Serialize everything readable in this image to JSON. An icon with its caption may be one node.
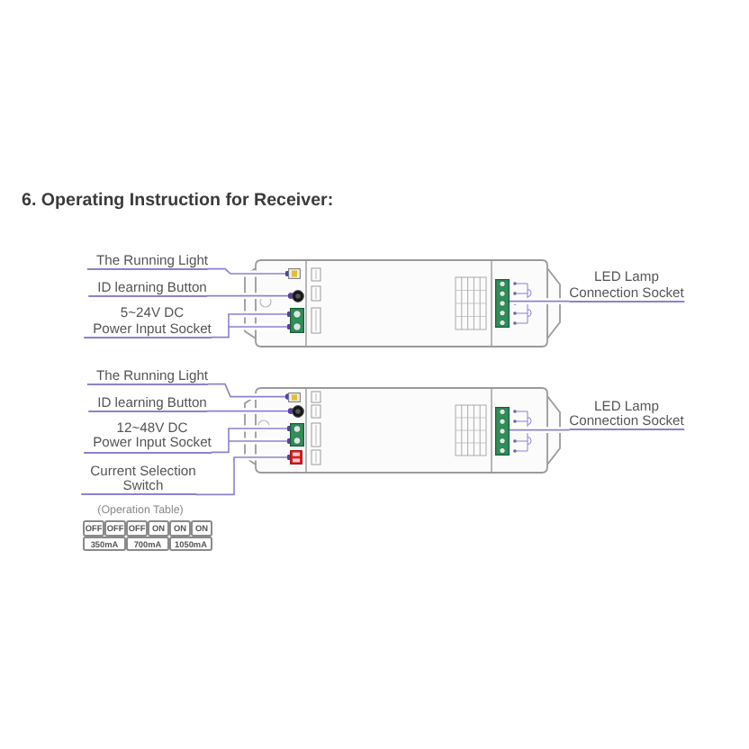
{
  "diagram": {
    "title": "6. Operating Instruction for Receiver:",
    "nodes": [
      {
        "text": [],
        "shape": "box"
      },
      {
        "text": [
          "The Running Light"
        ]
      },
      {
        "text": [],
        "shape": "box",
        "in": 0
      },
      {
        "text": [
          "ID learning Button"
        ]
      },
      {
        "text": [],
        "shape": "circle",
        "in": 0
      },
      {
        "text": [
          "5~24V DC Power Input Socket"
        ]
      },
      {
        "text": [],
        "shape": "box",
        "in": 0
      },
      {
        "text": [
          "LED Lamp Connection Socket"
        ]
      },
      {
        "text": [],
        "shape": "box",
        "in": 0
      },
      {
        "text": [],
        "shape": "box"
      },
      {
        "text": [
          "The Running Light"
        ]
      },
      {
        "text": [],
        "shape": "box",
        "in": 9
      },
      {
        "text": [
          "ID learning Button"
        ]
      },
      {
        "text": [],
        "shape": "circle",
        "in": 9
      },
      {
        "text": [
          "12~48V DC Power Input Socket"
        ]
      },
      {
        "text": [],
        "shape": "box",
        "in": 9
      },
      {
        "text": [
          "LED Lamp Connection Socket"
        ]
      },
      {
        "text": [],
        "shape": "box",
        "in": 9
      },
      {
        "text": [
          "Current Selection Switch"
        ]
      },
      {
        "text": [],
        "shape": "box",
        "in": 9
      }
    ],
    "edges": [
      {
        "from": 1,
        "to": 2,
        "arrow": "other"
      },
      {
        "from": 3,
        "to": 4,
        "arrow": "other"
      },
      {
        "from": 5,
        "to": 6,
        "arrow": "other"
      },
      {
        "from": 7,
        "to": 8,
        "arrow": "none"
      },
      {
        "from": 10,
        "to": 11,
        "arrow": "other"
      },
      {
        "from": 12,
        "to": 13,
        "arrow": "other"
      },
      {
        "from": 14,
        "to": 15,
        "arrow": "other"
      },
      {
        "from": 16,
        "to": 17,
        "arrow": "none"
      },
      {
        "from": 18,
        "to": 19,
        "arrow": "other"
      }
    ],
    "labels": [
      "(Operation Table)",
      "OFF",
      "OFF",
      "OFF",
      "ON",
      "ON",
      "ON",
      "350mA",
      "700mA",
      "1050mA"
    ]
  }
}
